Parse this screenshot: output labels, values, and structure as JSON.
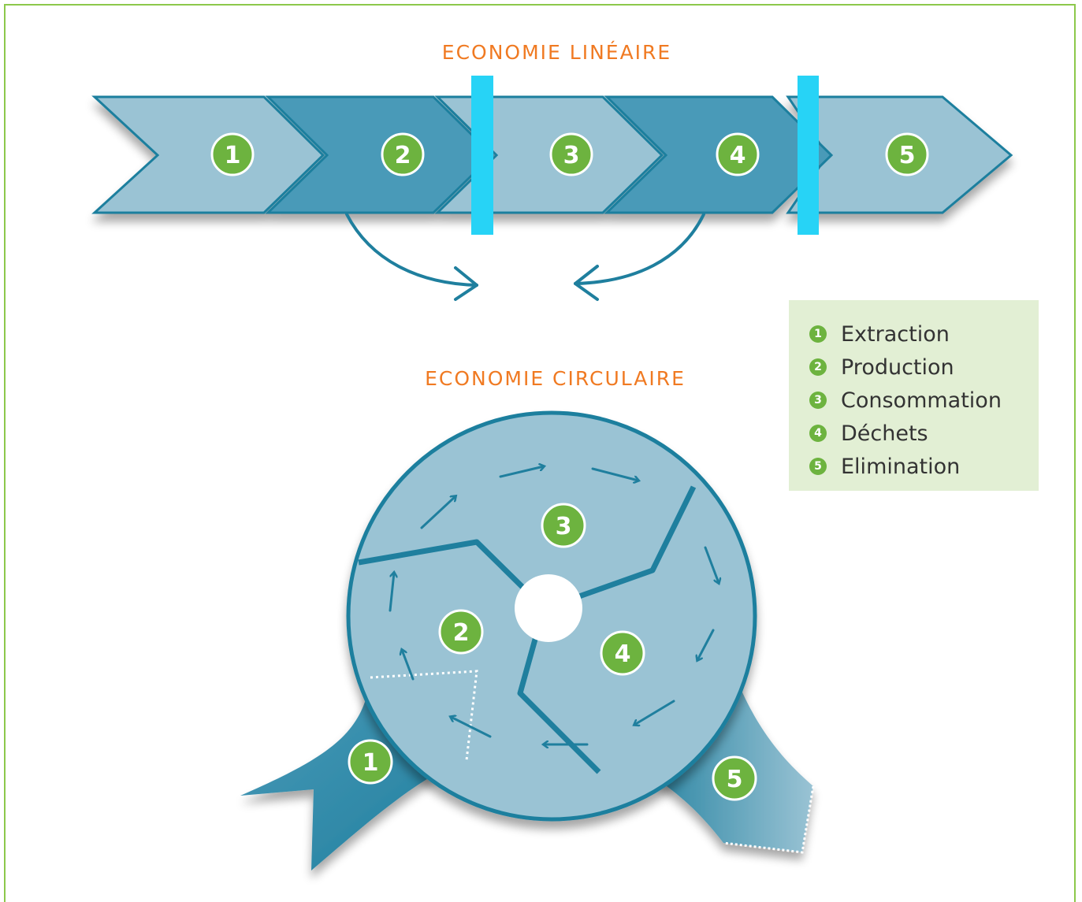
{
  "titles": {
    "linear": "ECONOMIE LINÉAIRE",
    "circular": "ECONOMIE CIRCULAIRE"
  },
  "linear_steps": [
    "1",
    "2",
    "3",
    "4",
    "5"
  ],
  "circular_steps": {
    "s1": "1",
    "s2": "2",
    "s3": "3",
    "s4": "4",
    "s5": "5"
  },
  "legend": [
    {
      "number": "1",
      "label": "Extraction"
    },
    {
      "number": "2",
      "label": "Production"
    },
    {
      "number": "3",
      "label": "Consommation"
    },
    {
      "number": "4",
      "label": "Déchets"
    },
    {
      "number": "5",
      "label": "Elimination"
    }
  ],
  "colors": {
    "light_blue": "#9ac3d4",
    "dark_blue": "#4a9ab8",
    "outline": "#1f7f9e",
    "badge_green": "#6db33f",
    "title_orange": "#f07a22",
    "marker_cyan": "#27d3f6",
    "legend_bg": "#e2efd4"
  }
}
